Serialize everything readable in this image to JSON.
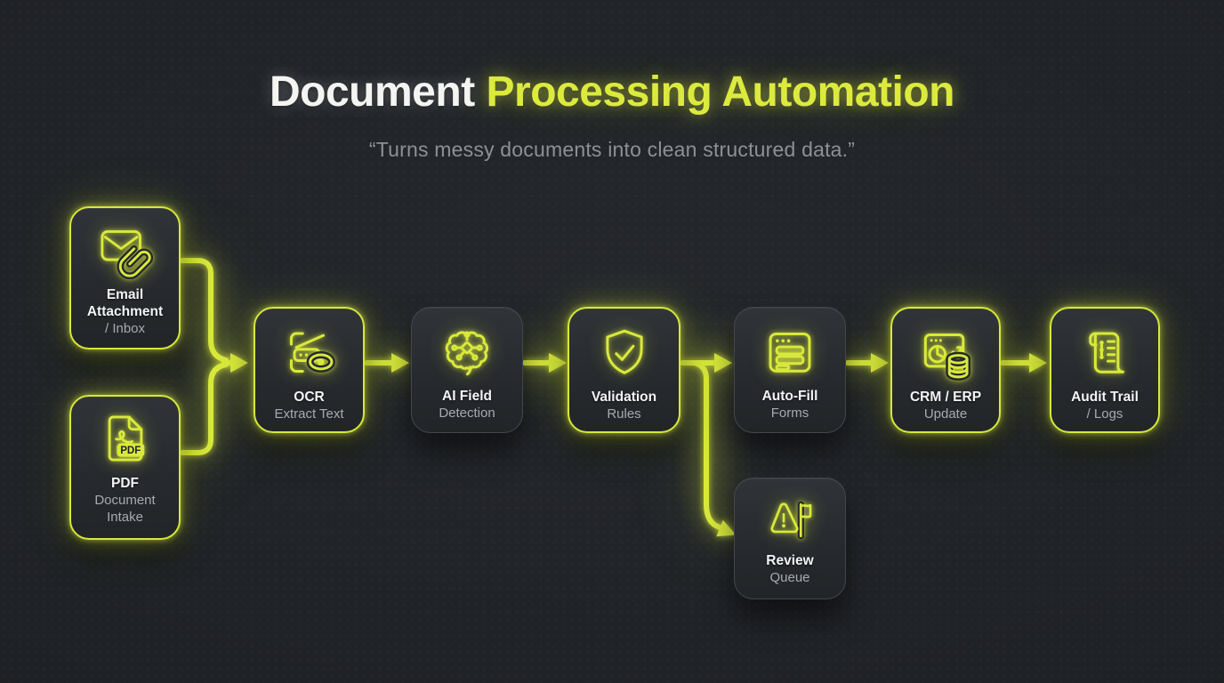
{
  "header": {
    "title_white": "Document",
    "title_accent": " Processing Automation",
    "subtitle": "“Turns messy documents into clean structured data.”"
  },
  "colors": {
    "accent": "#d9e93c",
    "background": "#1f2226",
    "node_background": "#2a2d31",
    "title_white": "#f4f5f2",
    "muted_text": "#a7abaf"
  },
  "flow": {
    "nodes": [
      {
        "id": "email-inbox",
        "icon": "envelope-paperclip-icon",
        "title": "Email Attachment",
        "subtitle": "/ Inbox",
        "highlighted": true
      },
      {
        "id": "pdf-intake",
        "icon": "pdf-file-icon",
        "badge": "PDF",
        "title": "PDF",
        "subtitle": "Document Intake",
        "highlighted": true
      },
      {
        "id": "ocr",
        "icon": "scanner-eye-icon",
        "title": "OCR",
        "subtitle": "Extract Text",
        "highlighted": true
      },
      {
        "id": "ai-field-detection",
        "icon": "brain-circuit-icon",
        "title": "AI Field",
        "subtitle": "Detection",
        "highlighted": false
      },
      {
        "id": "validation-rules",
        "icon": "shield-check-icon",
        "title": "Validation",
        "subtitle": "Rules",
        "highlighted": true
      },
      {
        "id": "auto-fill-forms",
        "icon": "form-window-icon",
        "title": "Auto-Fill",
        "subtitle": "Forms",
        "highlighted": false
      },
      {
        "id": "crm-erp-update",
        "icon": "dashboard-database-icon",
        "title": "CRM / ERP",
        "subtitle": "Update",
        "highlighted": true
      },
      {
        "id": "audit-trail-logs",
        "icon": "scroll-list-icon",
        "title": "Audit Trail",
        "subtitle": "/ Logs",
        "highlighted": true
      },
      {
        "id": "review-queue",
        "icon": "warning-flag-icon",
        "title": "Review",
        "subtitle": "Queue",
        "highlighted": false
      }
    ],
    "edges": [
      {
        "from": "email-inbox",
        "to": "ocr"
      },
      {
        "from": "pdf-intake",
        "to": "ocr"
      },
      {
        "from": "ocr",
        "to": "ai-field-detection"
      },
      {
        "from": "ai-field-detection",
        "to": "validation-rules"
      },
      {
        "from": "validation-rules",
        "to": "auto-fill-forms"
      },
      {
        "from": "validation-rules",
        "to": "review-queue"
      },
      {
        "from": "auto-fill-forms",
        "to": "crm-erp-update"
      },
      {
        "from": "crm-erp-update",
        "to": "audit-trail-logs"
      }
    ]
  }
}
